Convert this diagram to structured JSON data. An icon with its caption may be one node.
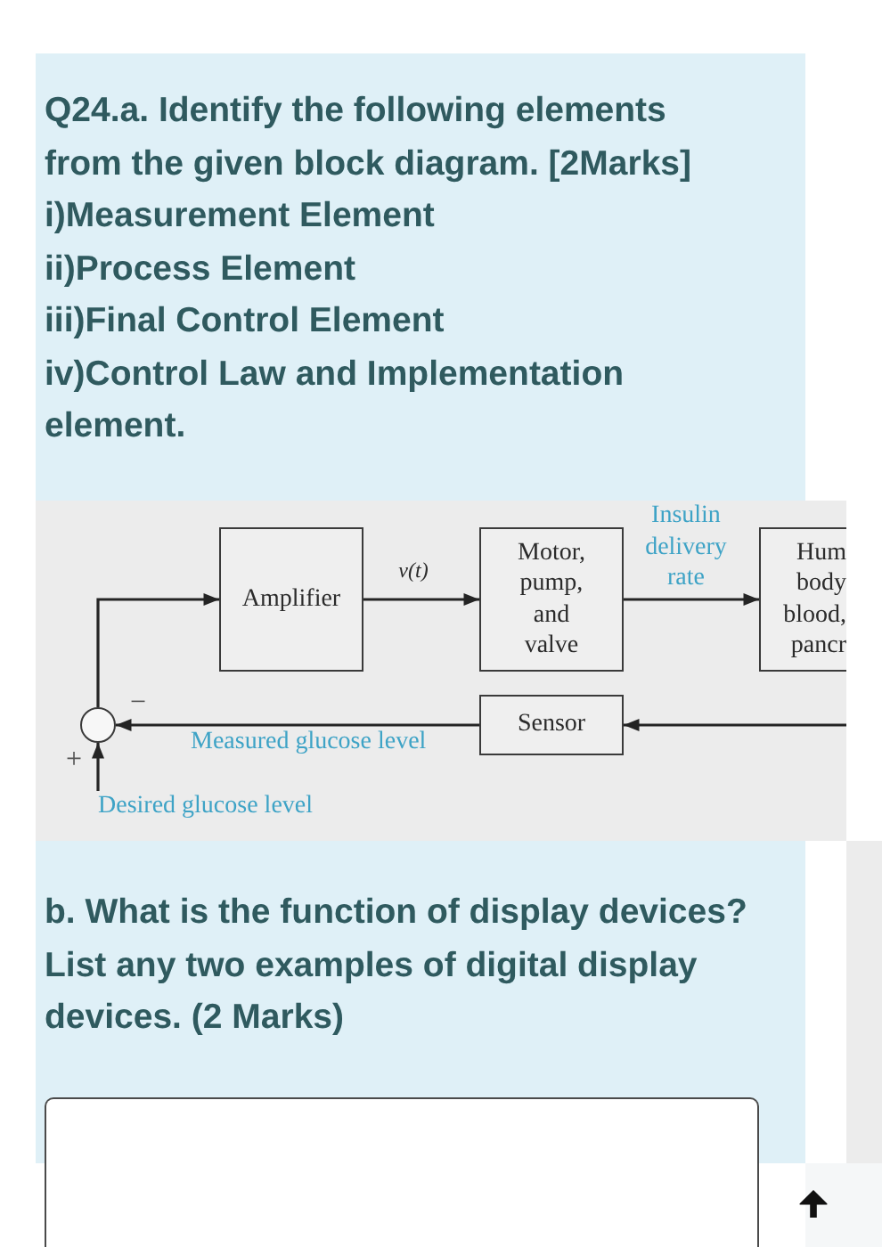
{
  "diagram": {
    "title": "Q24.a. Identify the following elements from the given block diagram. [2Marks]",
    "nodes": [
      {
        "text": [
          "Amplifier"
        ]
      },
      {
        "text": [
          "Motor, pump, and valve"
        ]
      },
      {
        "text": [
          "Hum body blood, pancr"
        ]
      },
      {
        "text": [
          "Sensor"
        ]
      },
      {
        "text": [],
        "shape": "circle",
        "beside": [
          "−",
          "+"
        ]
      },
      {
        "text": [
          "Desired glucose level"
        ]
      }
    ],
    "edges": [
      {
        "from": 4,
        "to": 0,
        "arrow": "to"
      },
      {
        "from": 0,
        "to": 1,
        "arrow": "to",
        "label": "v(t)"
      },
      {
        "from": 1,
        "to": 2,
        "arrow": "to",
        "label": "Insulin delivery rate"
      },
      {
        "from": null,
        "to": 3,
        "arrow": "to"
      },
      {
        "from": 3,
        "to": 4,
        "arrow": "to",
        "label": "Measured glucose level"
      },
      {
        "from": 5,
        "to": 4,
        "arrow": "to"
      }
    ],
    "labels": [
      "i)Measurement Element",
      "ii)Process Element",
      "iii)Final Control Element",
      "iv)Control Law and Implementation element.",
      "b. What is the function of display devices? List any two examples of digital display devices. (2 Marks)"
    ]
  }
}
